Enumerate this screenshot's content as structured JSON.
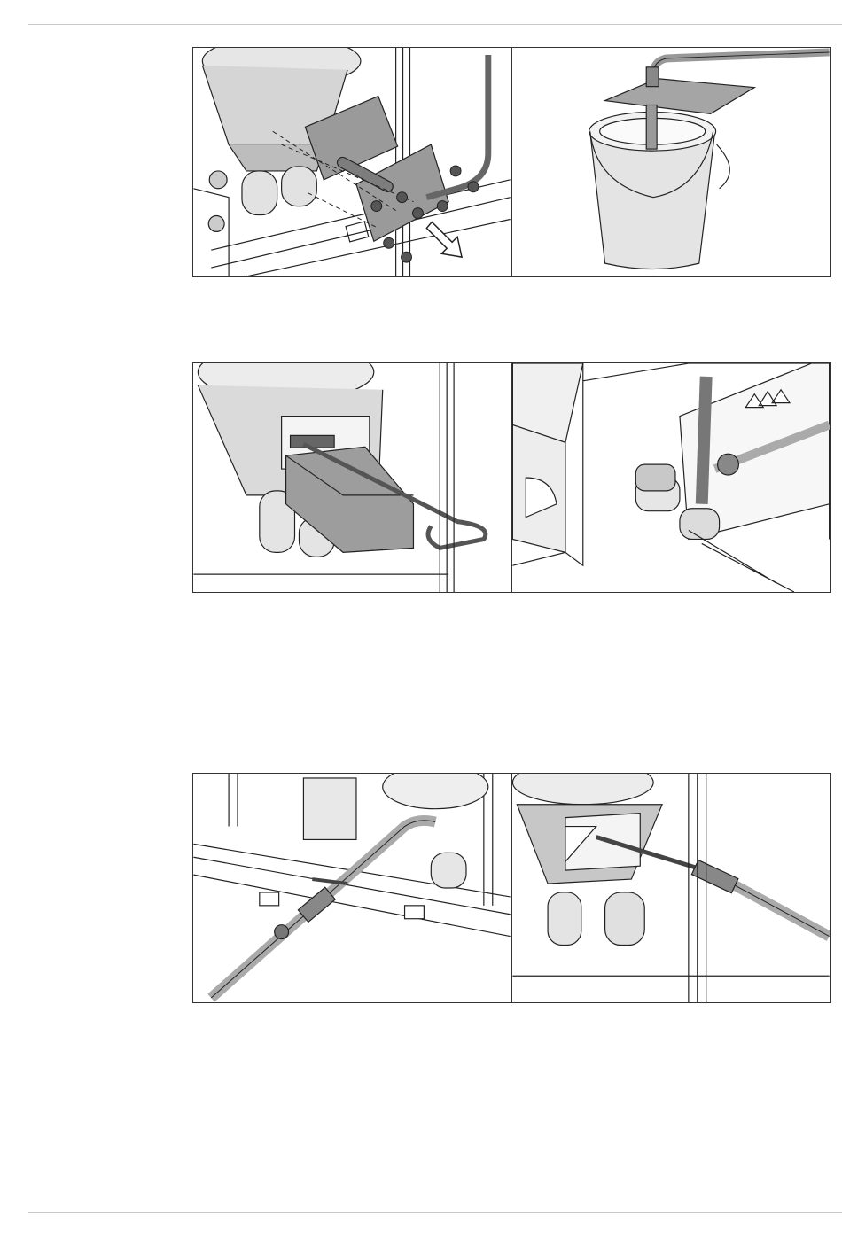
{
  "document": {
    "type": "instruction-manual-illustrations",
    "figure_rows": [
      {
        "panels": [
          {
            "depicts": "drain-cover-plate-removal"
          },
          {
            "depicts": "cover-plate-draining-into-bucket"
          }
        ]
      },
      {
        "panels": [
          {
            "depicts": "sludge-tray-pulled-out-with-hook"
          },
          {
            "depicts": "drain-hose-attached-to-outlet"
          }
        ]
      },
      {
        "panels": [
          {
            "depicts": "hose-connected-to-ball-valve"
          },
          {
            "depicts": "spray-lance-cleaning-chamber"
          }
        ]
      }
    ]
  }
}
